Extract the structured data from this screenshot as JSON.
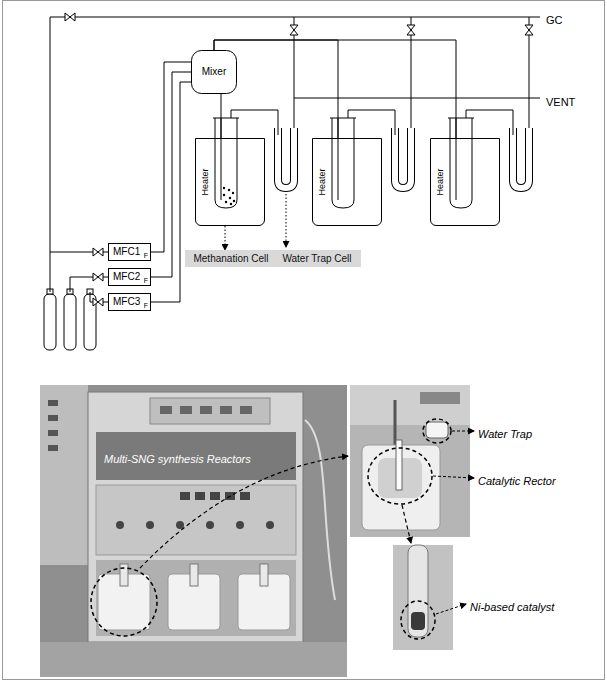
{
  "diagram": {
    "nodes": [
      {
        "text": [
          "Mixer"
        ]
      },
      {
        "text": [
          "Heater"
        ]
      },
      {
        "text": [
          "Heater"
        ]
      },
      {
        "text": [
          "Heater"
        ]
      },
      {
        "text": [
          "Methanation Cell"
        ]
      },
      {
        "text": [
          "Water Trap Cell"
        ]
      },
      {
        "text": [
          "MFC1",
          "F"
        ]
      },
      {
        "text": [
          "MFC2",
          "F"
        ]
      },
      {
        "text": [
          "MFC3",
          "F"
        ]
      }
    ],
    "edges": [
      {
        "from": 6,
        "to": 0,
        "arrow": "none"
      },
      {
        "from": 7,
        "to": 0,
        "arrow": "none"
      },
      {
        "from": 8,
        "to": 0,
        "arrow": "none"
      },
      {
        "from": 0,
        "to": 1,
        "arrow": "none"
      },
      {
        "from": 0,
        "to": 2,
        "arrow": "none"
      },
      {
        "from": 0,
        "to": 3,
        "arrow": "none"
      },
      {
        "from": 1,
        "to": 4,
        "arrow": "to"
      }
    ],
    "labels": [
      "GC",
      "VENT",
      "Multi-SNG synthesis Reactors",
      "Water Trap",
      "Catalytic Rector",
      "Ni-based catalyst"
    ]
  }
}
